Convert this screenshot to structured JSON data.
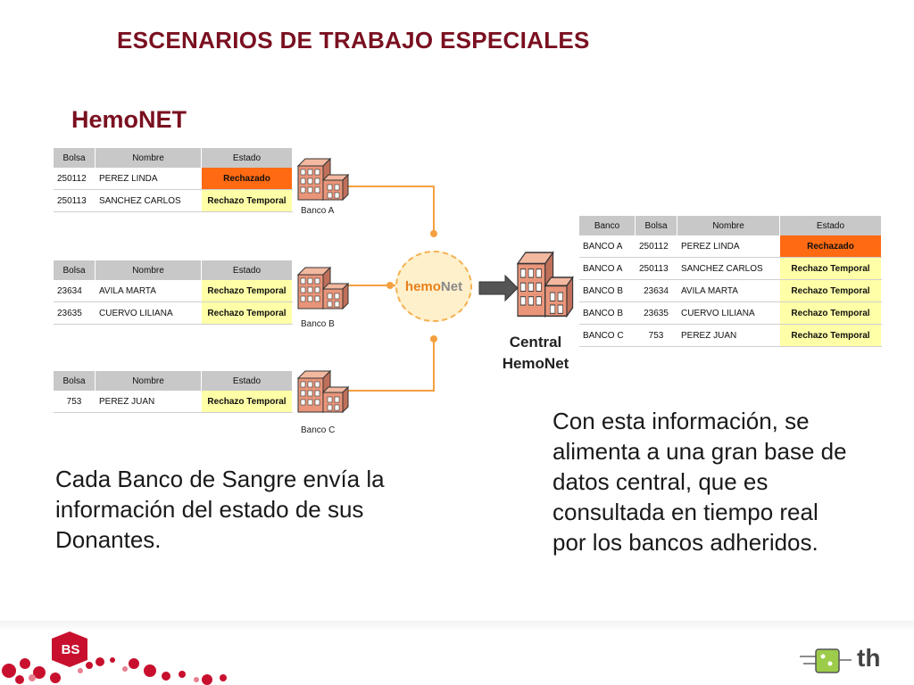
{
  "title": "ESCENARIOS DE TRABAJO ESPECIALES",
  "subtitle": "HemoNET",
  "bank_tables": [
    {
      "headers": [
        "Bolsa",
        "Nombre",
        "Estado"
      ],
      "rows": [
        {
          "bolsa": "250112",
          "nombre": "PEREZ LINDA",
          "estado": "Rechazado",
          "type": "rech"
        },
        {
          "bolsa": "250113",
          "nombre": "SANCHEZ CARLOS",
          "estado": "Rechazo Temporal",
          "type": "temp"
        }
      ],
      "label": "Banco A"
    },
    {
      "headers": [
        "Bolsa",
        "Nombre",
        "Estado"
      ],
      "rows": [
        {
          "bolsa": "23634",
          "nombre": "AVILA MARTA",
          "estado": "Rechazo Temporal",
          "type": "temp"
        },
        {
          "bolsa": "23635",
          "nombre": "CUERVO LILIANA",
          "estado": "Rechazo Temporal",
          "type": "temp"
        }
      ],
      "label": "Banco B"
    },
    {
      "headers": [
        "Bolsa",
        "Nombre",
        "Estado"
      ],
      "rows": [
        {
          "bolsa": "753",
          "nombre": "PEREZ JUAN",
          "estado": "Rechazo Temporal",
          "type": "temp"
        }
      ],
      "label": "Banco C"
    }
  ],
  "hub": {
    "part1": "hemo",
    "part2": "Net"
  },
  "central": {
    "label_line1": "Central",
    "label_line2": "HemoNet",
    "headers": [
      "Banco",
      "Bolsa",
      "Nombre",
      "Estado"
    ],
    "rows": [
      {
        "banco": "BANCO A",
        "bolsa": "250112",
        "nombre": "PEREZ LINDA",
        "estado": "Rechazado",
        "type": "rech"
      },
      {
        "banco": "BANCO A",
        "bolsa": "250113",
        "nombre": "SANCHEZ CARLOS",
        "estado": "Rechazo Temporal",
        "type": "temp"
      },
      {
        "banco": "BANCO B",
        "bolsa": "23634",
        "nombre": "AVILA MARTA",
        "estado": "Rechazo Temporal",
        "type": "temp"
      },
      {
        "banco": "BANCO B",
        "bolsa": "23635",
        "nombre": "CUERVO LILIANA",
        "estado": "Rechazo Temporal",
        "type": "temp"
      },
      {
        "banco": "BANCO C",
        "bolsa": "753",
        "nombre": "PEREZ JUAN",
        "estado": "Rechazo Temporal",
        "type": "temp"
      }
    ]
  },
  "text_left": "Cada Banco de Sangre envía la información del estado de sus Donantes.",
  "text_right": "Con esta información, se alimenta a una gran base de datos central, que es consultada en tiempo real por los bancos adheridos.",
  "footer": {
    "logo_left": "BS",
    "logo_right": "th"
  },
  "colors": {
    "title": "#7a1020",
    "rechazado": "#ff6a12",
    "temporal": "#ffffa8",
    "connector": "#f5a040",
    "building": "#e8957a"
  }
}
